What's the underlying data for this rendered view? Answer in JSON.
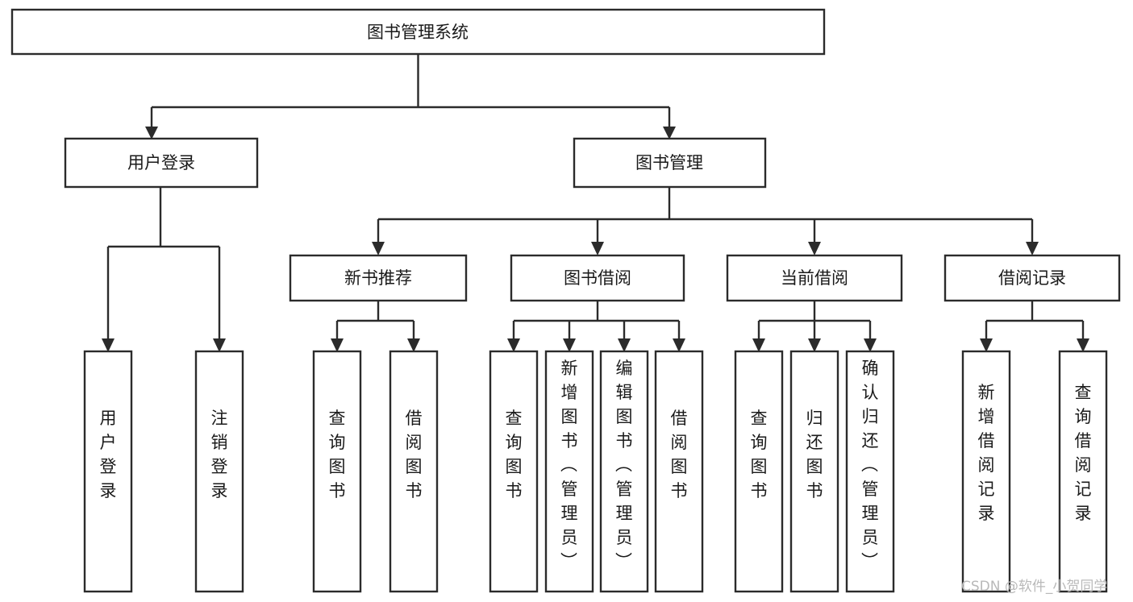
{
  "diagram": {
    "title": "图书管理系统",
    "type": "hierarchy-tree",
    "watermark": "CSDN @软件_小贺同学",
    "colors": {
      "stroke": "#2b2b2b",
      "fill": "#ffffff",
      "text": "#1a1a1a",
      "watermark": "#b9b9b9"
    },
    "root": {
      "id": "root",
      "label": "图书管理系统"
    },
    "level2": [
      {
        "id": "user-login",
        "label": "用户登录"
      },
      {
        "id": "book-manage",
        "label": "图书管理"
      }
    ],
    "level3": [
      {
        "id": "new-book-recommend",
        "label": "新书推荐"
      },
      {
        "id": "book-borrow",
        "label": "图书借阅"
      },
      {
        "id": "current-borrow",
        "label": "当前借阅"
      },
      {
        "id": "borrow-record",
        "label": "借阅记录"
      }
    ],
    "leaves": {
      "user_login": [
        {
          "id": "leaf-user-login",
          "label": "用户登录"
        },
        {
          "id": "leaf-logout-login",
          "label": "注销登录"
        }
      ],
      "new_book_recommend": [
        {
          "id": "leaf-query-book-1",
          "label": "查询图书"
        },
        {
          "id": "leaf-borrow-book-1",
          "label": "借阅图书"
        }
      ],
      "book_borrow": [
        {
          "id": "leaf-query-book-2",
          "label": "查询图书"
        },
        {
          "id": "leaf-add-book",
          "label": "新增图书（管理员）"
        },
        {
          "id": "leaf-edit-book",
          "label": "编辑图书（管理员）"
        },
        {
          "id": "leaf-borrow-book-2",
          "label": "借阅图书"
        }
      ],
      "current_borrow": [
        {
          "id": "leaf-query-book-3",
          "label": "查询图书"
        },
        {
          "id": "leaf-return-book",
          "label": "归还图书"
        },
        {
          "id": "leaf-confirm-return",
          "label": "确认归还（管理员）"
        }
      ],
      "borrow_record": [
        {
          "id": "leaf-add-record",
          "label": "新增借阅记录"
        },
        {
          "id": "leaf-query-record",
          "label": "查询借阅记录"
        }
      ]
    }
  }
}
